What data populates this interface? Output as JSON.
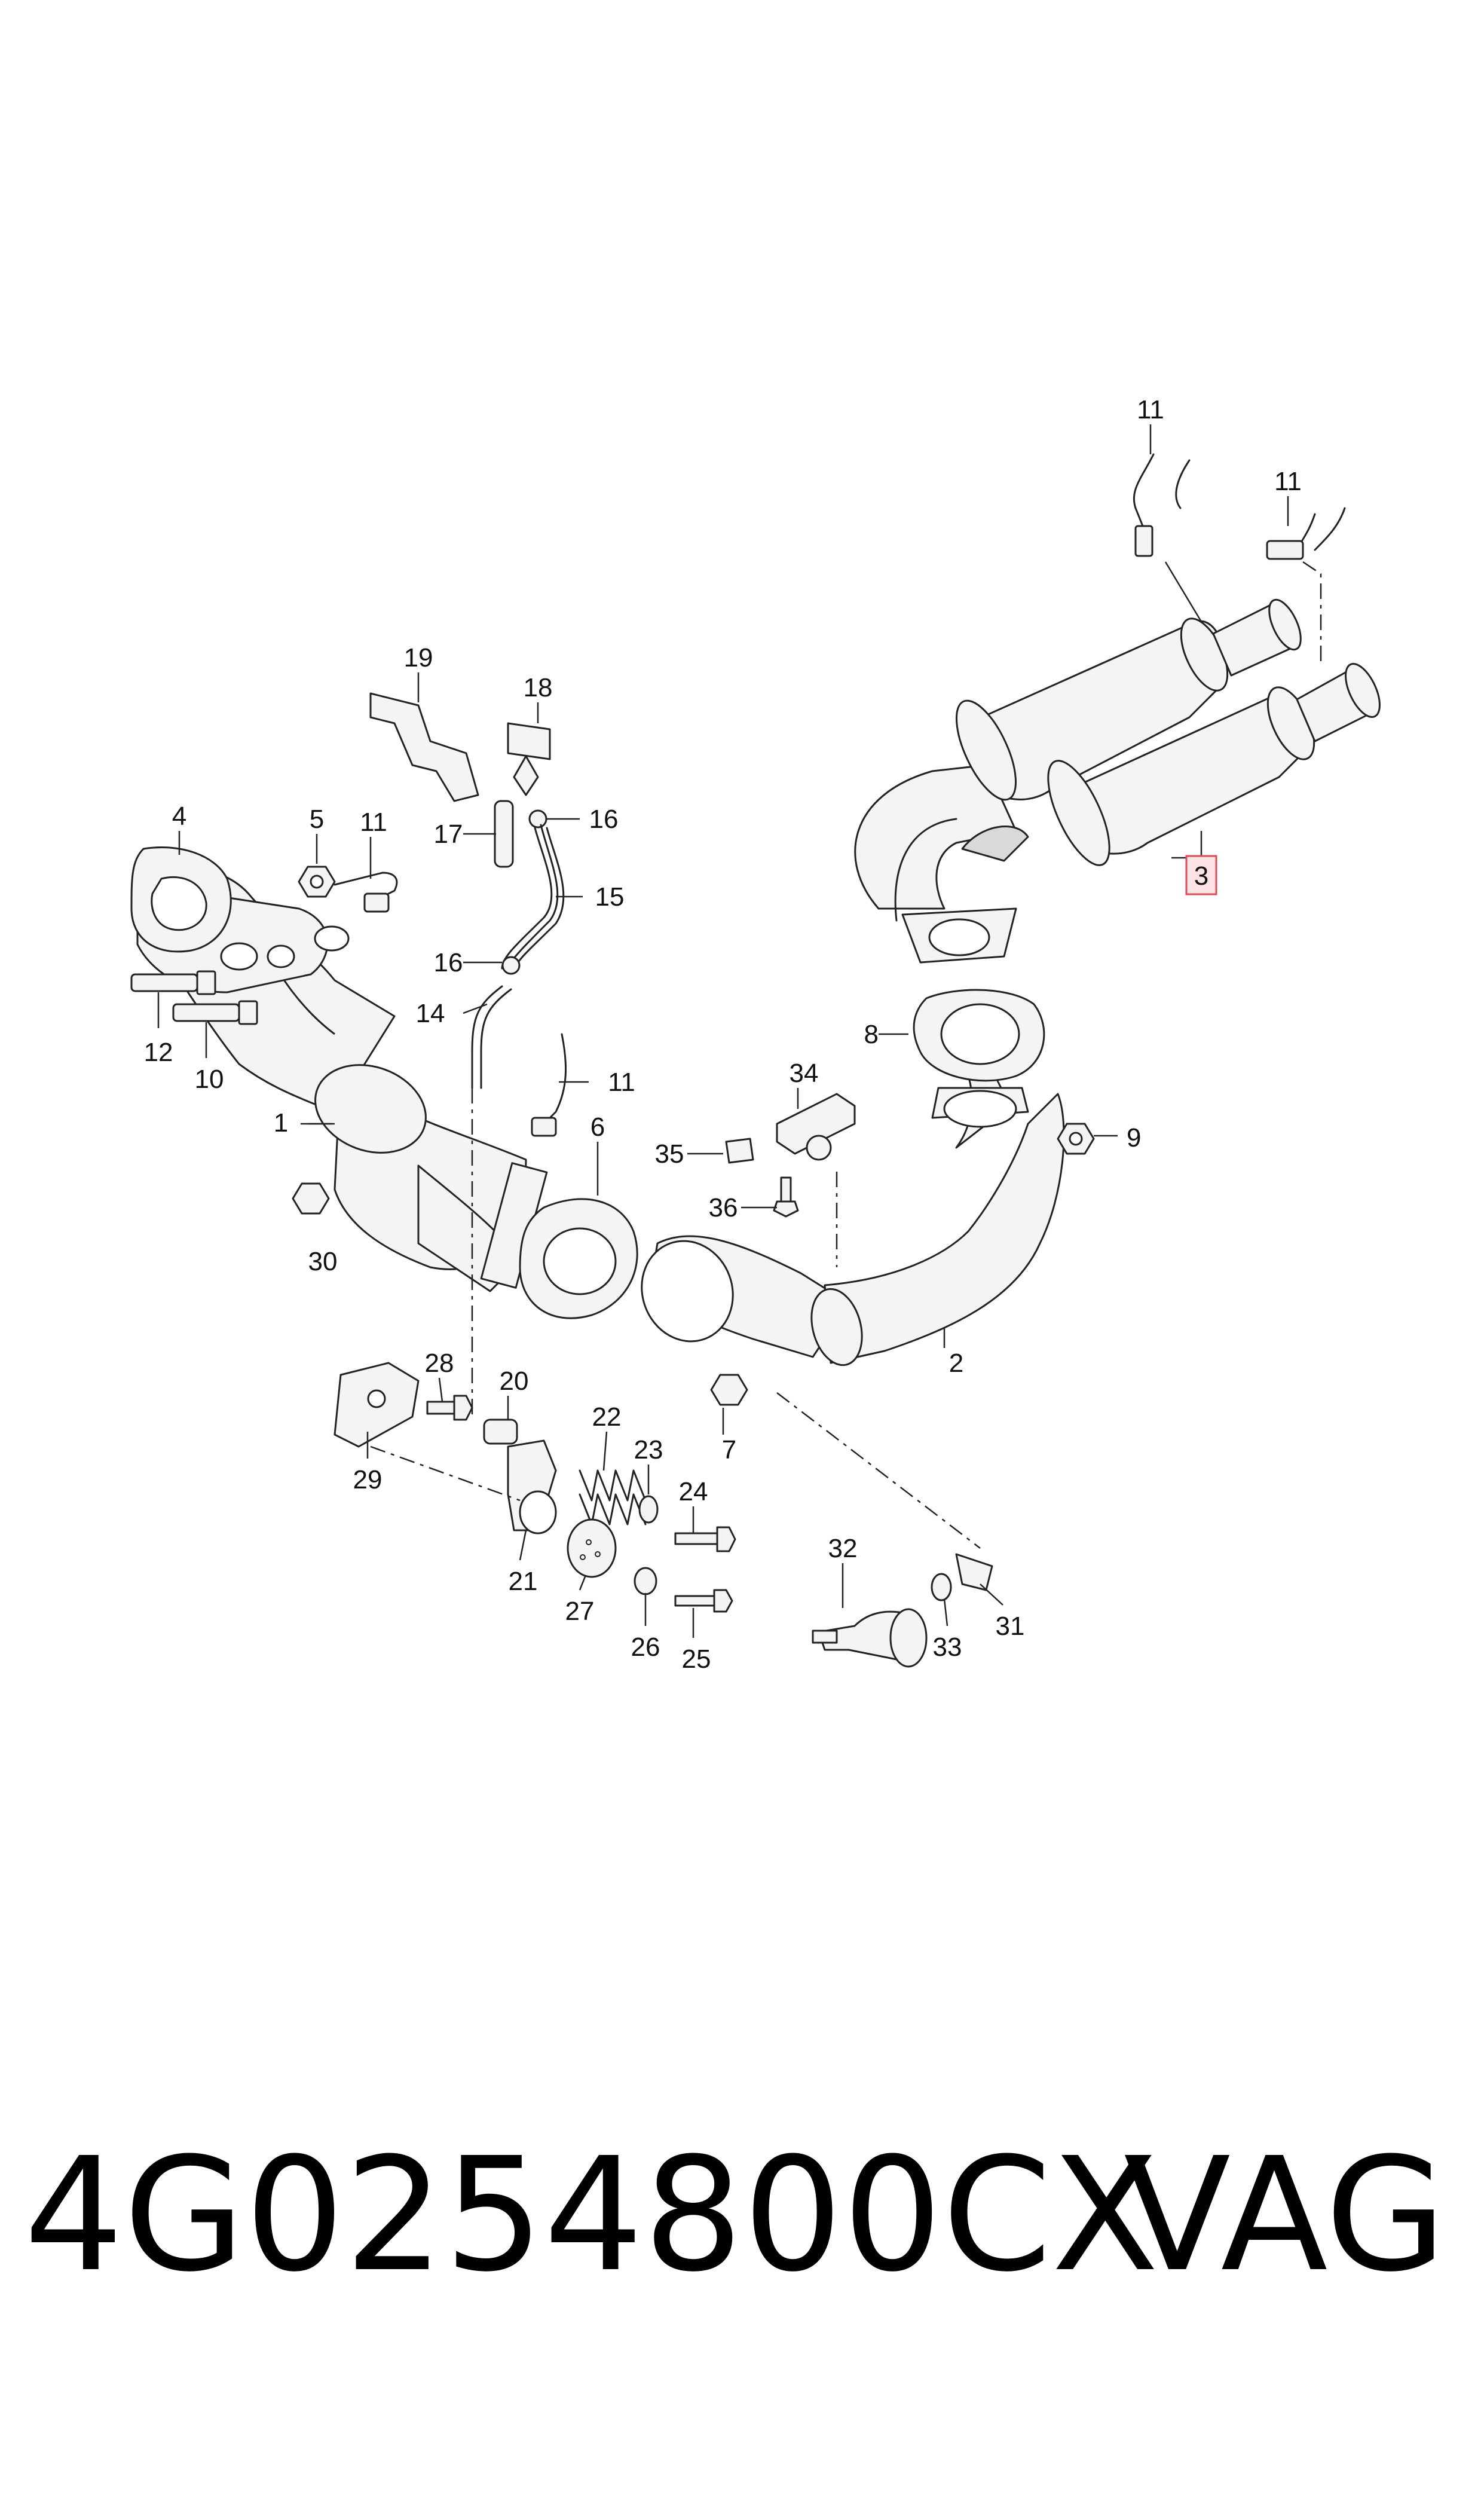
{
  "callouts": [
    {
      "label": "1"
    },
    {
      "label": "2"
    },
    {
      "label": "3",
      "highlighted": true
    },
    {
      "label": "4"
    },
    {
      "label": "5"
    },
    {
      "label": "6"
    },
    {
      "label": "7"
    },
    {
      "label": "8"
    },
    {
      "label": "9"
    },
    {
      "label": "10"
    },
    {
      "label": "11"
    },
    {
      "label": "11"
    },
    {
      "label": "11"
    },
    {
      "label": "11"
    },
    {
      "label": "12"
    },
    {
      "label": "14"
    },
    {
      "label": "15"
    },
    {
      "label": "16"
    },
    {
      "label": "16"
    },
    {
      "label": "17"
    },
    {
      "label": "18"
    },
    {
      "label": "19"
    },
    {
      "label": "20"
    },
    {
      "label": "21"
    },
    {
      "label": "22"
    },
    {
      "label": "23"
    },
    {
      "label": "24"
    },
    {
      "label": "25"
    },
    {
      "label": "26"
    },
    {
      "label": "27"
    },
    {
      "label": "28"
    },
    {
      "label": "29"
    },
    {
      "label": "30"
    },
    {
      "label": "31"
    },
    {
      "label": "32"
    },
    {
      "label": "33"
    },
    {
      "label": "34"
    },
    {
      "label": "35"
    },
    {
      "label": "36"
    }
  ],
  "colors": {
    "line": "#222222",
    "highlight_stroke": "#e04a5a",
    "highlight_fill": "#fde3e6"
  },
  "footer": {
    "part_number": "4G0254800CX",
    "brand": "VAG"
  }
}
